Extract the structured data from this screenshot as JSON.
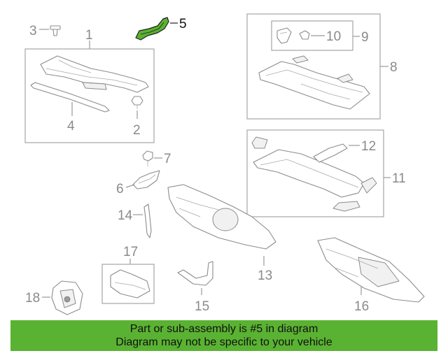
{
  "callouts": {
    "c1": "1",
    "c2": "2",
    "c3": "3",
    "c4": "4",
    "c5": "5",
    "c6": "6",
    "c7": "7",
    "c8": "8",
    "c9": "9",
    "c10": "10",
    "c11": "11",
    "c12": "12",
    "c13": "13",
    "c14": "14",
    "c15": "15",
    "c16": "16",
    "c17": "17",
    "c18": "18"
  },
  "highlight": {
    "part_number": "5",
    "color": "#5ab232"
  },
  "banner": {
    "line1": "Part or sub-assembly is #5 in diagram",
    "line2": "Diagram may not be specific to your vehicle",
    "background": "#5ab232"
  }
}
